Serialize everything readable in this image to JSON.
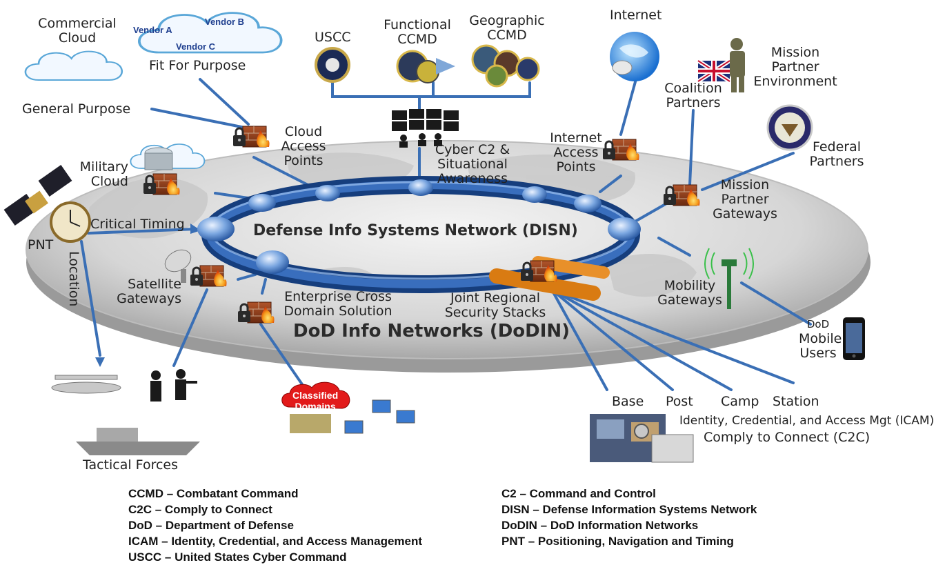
{
  "nodes": {
    "commercial_cloud": [
      "Commercial",
      "Cloud"
    ],
    "vendors": [
      "Vendor A",
      "Vendor B",
      "Vendor C"
    ],
    "fit_for_purpose": "Fit For Purpose",
    "general_purpose": "General Purpose",
    "uscc": "USCC",
    "functional_ccmd": [
      "Functional",
      "CCMD"
    ],
    "geographic_ccmd": [
      "Geographic",
      "CCMD"
    ],
    "internet": "Internet",
    "mission_partner_env": [
      "Mission",
      "Partner",
      "Environment"
    ],
    "coalition_partners": [
      "Coalition",
      "Partners"
    ],
    "federal_partners": [
      "Federal",
      "Partners"
    ],
    "cloud_access_points": [
      "Cloud",
      "Access",
      "Points"
    ],
    "cyber_c2": [
      "Cyber C2 &",
      "Situational",
      "Awareness"
    ],
    "internet_access_points": [
      "Internet",
      "Access",
      "Points"
    ],
    "military_cloud": [
      "Military",
      "Cloud"
    ],
    "mission_partner_gateways": [
      "Mission",
      "Partner",
      "Gateways"
    ],
    "pnt": "PNT",
    "critical_timing": "Critical Timing",
    "location": "Location",
    "satellite_gateways": [
      "Satellite",
      "Gateways"
    ],
    "enterprise_cds": [
      "Enterprise Cross",
      "Domain Solution"
    ],
    "jrss": [
      "Joint Regional",
      "Security Stacks"
    ],
    "mobility_gateways": [
      "Mobility",
      "Gateways"
    ],
    "dod_mobile_users": [
      "DoD",
      "Mobile",
      "Users"
    ],
    "bases": [
      "Base",
      "Post",
      "Camp",
      "Station"
    ],
    "icam": "Identity, Credential, and Access Mgt (ICAM)",
    "c2c": "Comply to Connect (C2C)",
    "classified_domains": [
      "Classified",
      "Domains"
    ],
    "tactical_forces": "Tactical Forces"
  },
  "titles": {
    "disn": "Defense Info Systems Network (DISN)",
    "dodin": "DoD Info Networks (DoDIN)"
  },
  "glossary": {
    "left": [
      "CCMD – Combatant Command",
      "C2C – Comply to Connect",
      "DoD – Department of Defense",
      "ICAM – Identity, Credential, and Access Management",
      "USCC – United States Cyber Command"
    ],
    "right": [
      "C2 – Command and Control",
      "DISN – Defense Information Systems Network",
      "DoDIN – DoD Information Networks",
      "PNT – Positioning, Navigation and Timing"
    ]
  },
  "colors": {
    "ring": "#1f4f9a",
    "link": "#3a6fb5",
    "fire": "#f07a14",
    "brick": "#8a3a1a",
    "platform": "#d8d8d8",
    "classified": "#e21a1a"
  },
  "icons": [
    "cloud-icon",
    "firewall-lock-icon",
    "globe-mouse-icon",
    "satellite-icon",
    "clock-icon",
    "antenna-tower-icon",
    "smartphone-icon",
    "seal-icon",
    "flag-icon",
    "monitor-icon"
  ]
}
